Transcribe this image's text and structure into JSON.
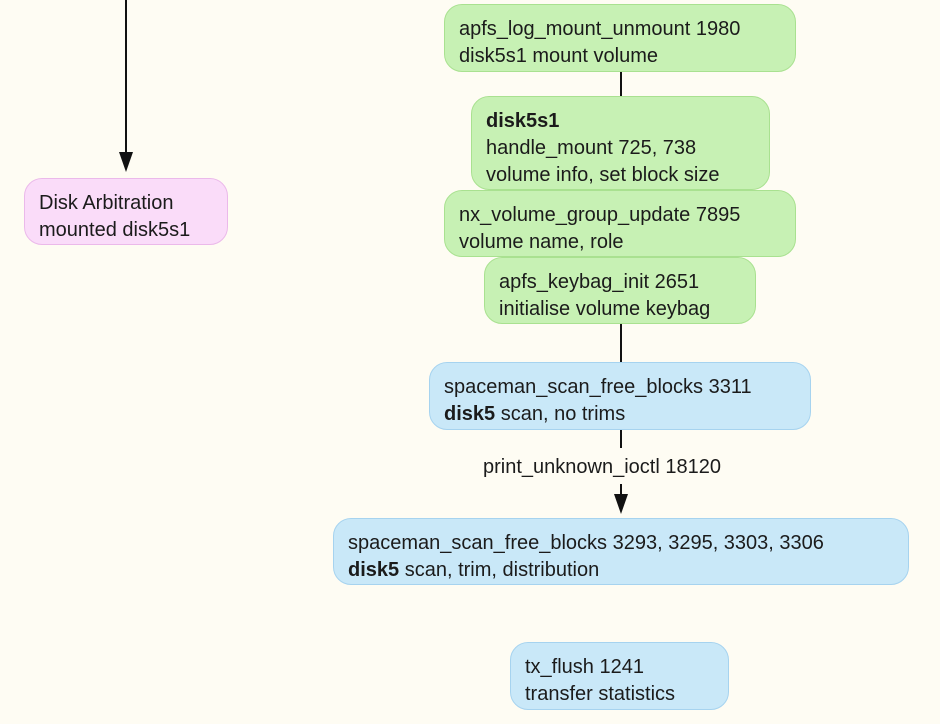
{
  "nodes": {
    "mount_unmount": {
      "line1": "apfs_log_mount_unmount 1980",
      "line2": "disk5s1 mount volume"
    },
    "handle_mount": {
      "line1": "disk5s1",
      "line2": "handle_mount 725, 738",
      "line3": "volume info, set block size"
    },
    "group_update": {
      "line1": "nx_volume_group_update 7895",
      "line2": "volume name, role"
    },
    "keybag_init": {
      "line1": "apfs_keybag_init 2651",
      "line2": "initialise volume keybag"
    },
    "scan_free_1": {
      "line1": "spaceman_scan_free_blocks 3311",
      "line2_bold": "disk5",
      "line2_rest": " scan, no trims"
    },
    "scan_free_2": {
      "line1": "spaceman_scan_free_blocks 3293, 3295, 3303, 3306",
      "line2_bold": "disk5",
      "line2_rest": " scan, trim, distribution"
    },
    "tx_flush": {
      "line1": "tx_flush 1241",
      "line2": "transfer statistics"
    },
    "disk_arbitration": {
      "line1": "Disk Arbitration",
      "line2": "mounted disk5s1"
    }
  },
  "edges": {
    "ioctl_label": "print_unknown_ioctl 18120"
  },
  "colors": {
    "background": "#fefcf3",
    "green_node": "#c7f1b4",
    "blue_node": "#c9e8f8",
    "pink_node": "#fadcf9",
    "arrow": "#111111"
  }
}
